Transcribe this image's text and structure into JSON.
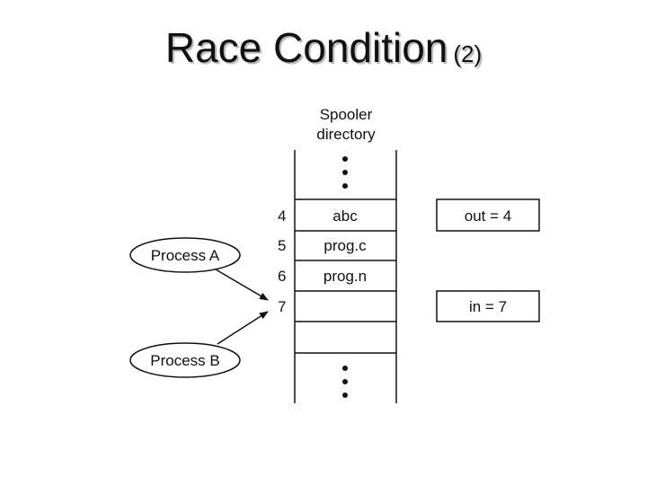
{
  "slide": {
    "title": "Race Condition",
    "title_suffix": "(2)"
  },
  "spooler": {
    "header_line1": "Spooler",
    "header_line2": "directory",
    "slots": [
      {
        "index": "4",
        "content": "abc"
      },
      {
        "index": "5",
        "content": "prog.c"
      },
      {
        "index": "6",
        "content": "prog.n"
      },
      {
        "index": "7",
        "content": ""
      }
    ]
  },
  "variables": {
    "out": "out = 4",
    "in": "in = 7"
  },
  "processes": {
    "a": "Process A",
    "b": "Process B"
  }
}
